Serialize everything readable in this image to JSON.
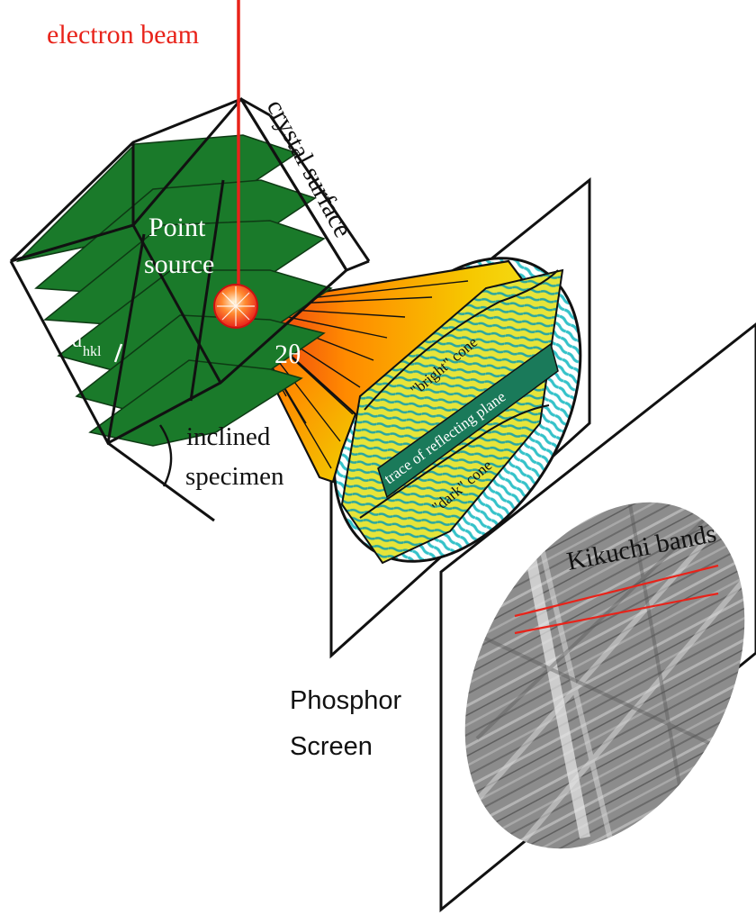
{
  "labels": {
    "electron_beam": "electron beam",
    "crystal_surface": "crystal surface",
    "point_source_line1": "Point",
    "point_source_line2": "source",
    "d_main": "d",
    "d_sub": "hkl",
    "two_theta": "2θ",
    "inclined_line1": "inclined",
    "inclined_line2": "specimen",
    "bright_cone": "\"bright\" cone",
    "trace_planes": "trace of reflecting plane",
    "dark_cone": "\"dark\" cone",
    "kikuchi": "Kikuchi bands",
    "phosphor_line1": "Phosphor",
    "phosphor_line2": "Screen"
  },
  "colors": {
    "beam": "#e8231a",
    "crystal_planes": "#1a7a2a",
    "cone_orange": "#ff7a00",
    "cone_yellow": "#f3e11a",
    "screen_cyan": "#35c2c9",
    "trace_band": "#1a7a5a",
    "kikuchi_lines": "#e8231a",
    "pattern_grey": "#9a9a9a"
  }
}
